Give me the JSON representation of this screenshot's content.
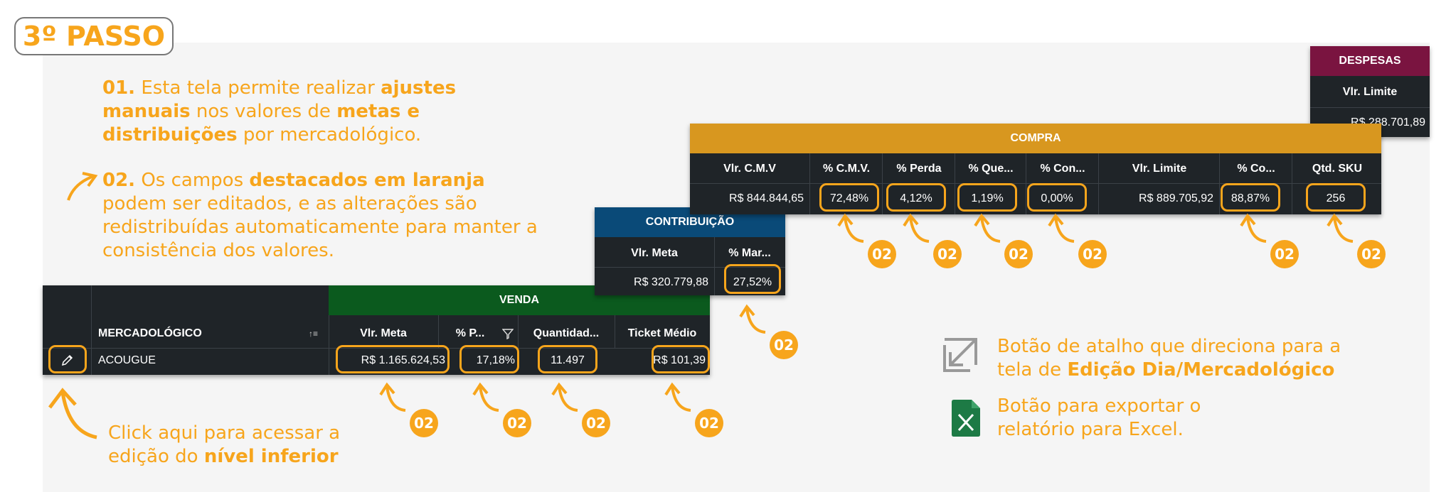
{
  "step_label": "3º PASSO",
  "instructions": {
    "p1": {
      "num": "01.",
      "t1": " Esta tela permite realizar ",
      "b1": "ajustes manuais",
      "t2": " nos valores de ",
      "b2": "metas e distribuições",
      "t3": " por mercadológico."
    },
    "p2": {
      "num": "02.",
      "t1": " Os campos ",
      "b1": "destacados em laranja",
      "t2": " podem ser editados, e as alterações são redistribuídas automaticamente para manter a consistência dos valores."
    }
  },
  "click_hint": {
    "t1": "Click aqui para acessar a edição do ",
    "b1": "nível inferior"
  },
  "legend": {
    "shortcut": {
      "t1": "Botão de atalho que direciona para a tela de ",
      "b1": "Edição Dia/Mercadológico"
    },
    "excel": {
      "t1": "Botão para exportar o relatório para Excel."
    }
  },
  "badge_label": "02",
  "venda_table": {
    "group": "VENDA",
    "mercadologico_header": "MERCADOLÓGICO",
    "columns": [
      "Vlr. Meta",
      "% P...",
      "Quantidad...",
      "Ticket Médio"
    ],
    "row": {
      "name": "ACOUGUE",
      "values": [
        "R$ 1.165.624,53",
        "17,18%",
        "11.497",
        "R$ 101,39"
      ]
    }
  },
  "contribuicao_table": {
    "group": "CONTRIBUIÇÃO",
    "columns": [
      "Vlr. Meta",
      "% Mar..."
    ],
    "values": [
      "R$ 320.779,88",
      "27,52%"
    ]
  },
  "compra_table": {
    "group": "COMPRA",
    "columns": [
      "Vlr. C.M.V",
      "% C.M.V.",
      "% Perda",
      "% Que...",
      "% Con...",
      "Vlr. Limite",
      "% Co...",
      "Qtd. SKU"
    ],
    "values": [
      "R$ 844.844,65",
      "72,48%",
      "4,12%",
      "1,19%",
      "0,00%",
      "R$ 889.705,92",
      "88,87%",
      "256"
    ]
  },
  "despesas_table": {
    "group": "DESPESAS",
    "columns": [
      "Vlr. Limite"
    ],
    "values": [
      "R$ 288.701,89"
    ]
  },
  "colors": {
    "accent": "#f7a51c",
    "venda": "#0b5a1e",
    "contribuicao": "#0a4a78",
    "compra": "#d8971f",
    "despesas": "#7a1440",
    "table_bg": "#1f2428",
    "excel": "#1d7a45"
  },
  "icons": [
    "pencil-icon",
    "sort-icon",
    "filter-icon",
    "shortcut-arrow-icon",
    "excel-icon",
    "curved-arrow-icon"
  ]
}
